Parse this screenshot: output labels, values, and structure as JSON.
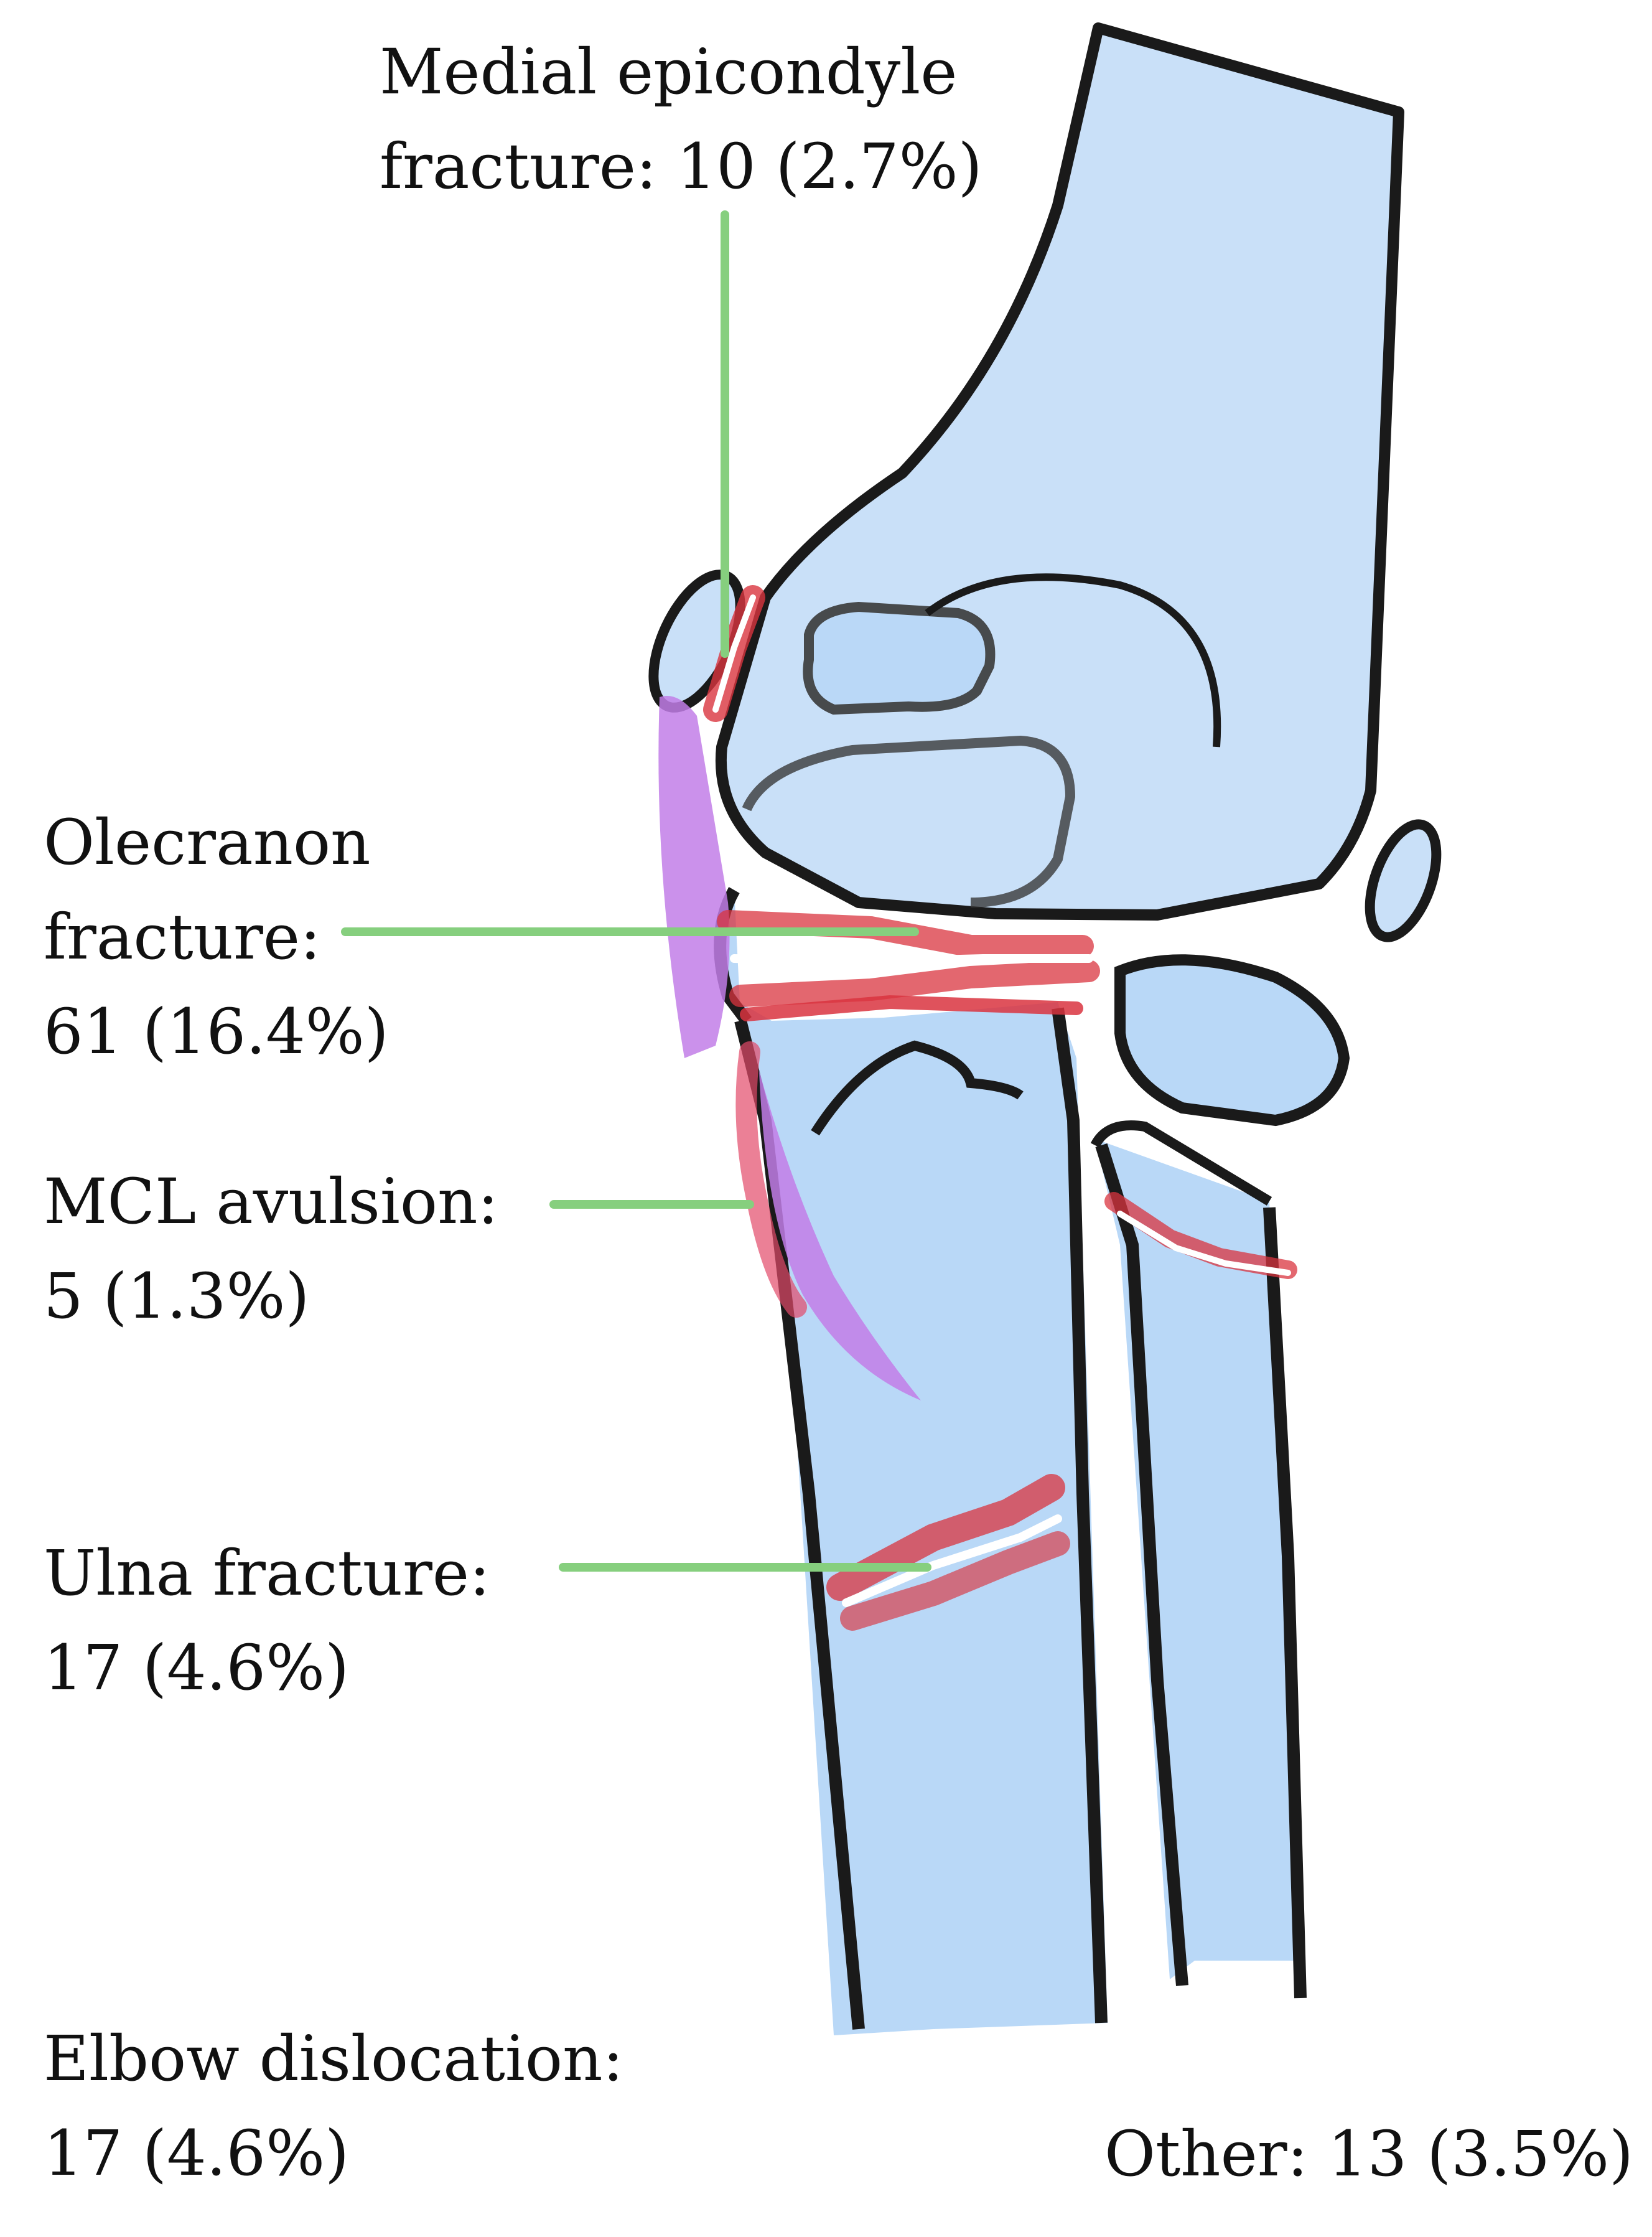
{
  "colors": {
    "bone_fill": "#b9d8f7",
    "humerus_fill": "#c9e0f8",
    "outline": "#1a1a1a",
    "fracture": "#d9343f",
    "ligament": "#c27ee8",
    "leader": "#86cf7e"
  },
  "labels": {
    "medial_epicondyle": {
      "line1": "Medial epicondyle",
      "line2": "fracture: 10 (2.7%)"
    },
    "olecranon": {
      "line1": "Olecranon",
      "line2": "fracture:",
      "line3": "61 (16.4%)"
    },
    "mcl": {
      "line1": "MCL avulsion:",
      "line2": "5 (1.3%)"
    },
    "ulna": {
      "line1": "Ulna fracture:",
      "line2": "17 (4.6%)"
    },
    "elbow_dislocation": {
      "line1": "Elbow dislocation:",
      "line2": "17 (4.6%)"
    },
    "other": {
      "line1": "Other: 13 (3.5%)"
    }
  }
}
